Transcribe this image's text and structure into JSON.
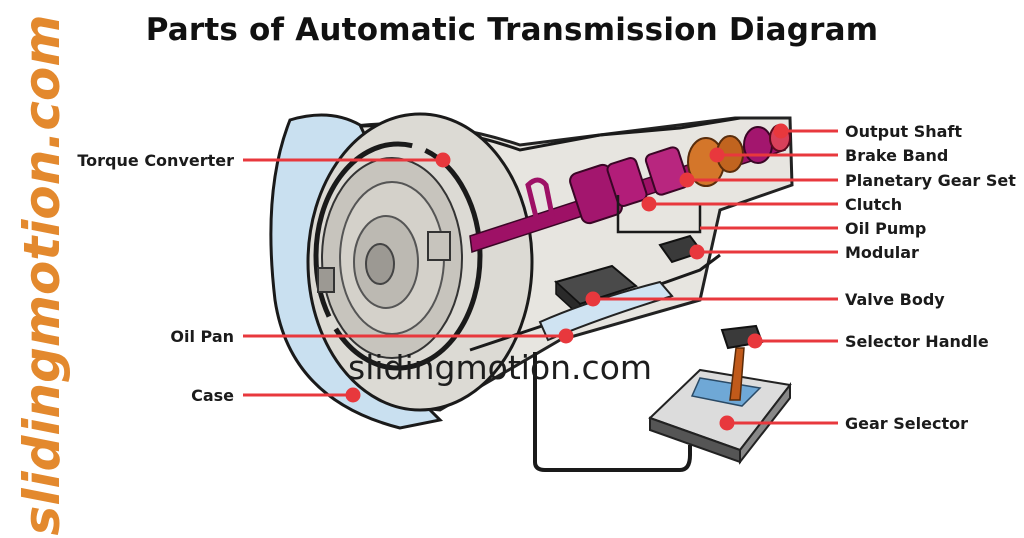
{
  "title": "Parts of Automatic Transmission Diagram",
  "watermark_side": "slidingmotion.com",
  "watermark_center": "slidingmotion.com",
  "labels": {
    "torque_converter": "Torque Converter",
    "oil_pan": "Oil Pan",
    "case": "Case",
    "output_shaft": "Output Shaft",
    "brake_band": "Brake Band",
    "planetary_gear_set": "Planetary Gear Set",
    "clutch": "Clutch",
    "oil_pump": "Oil Pump",
    "modular": "Modular",
    "valve_body": "Valve Body",
    "selector_handle": "Selector Handle",
    "gear_selector": "Gear Selector"
  },
  "colors": {
    "leader_line": "#e8383d",
    "watermark_side": "#e3892e",
    "case_fill": "#c9e0f0",
    "housing": "#e6e4df",
    "gears": "#a3166e",
    "brake_band": "#d4762a"
  }
}
